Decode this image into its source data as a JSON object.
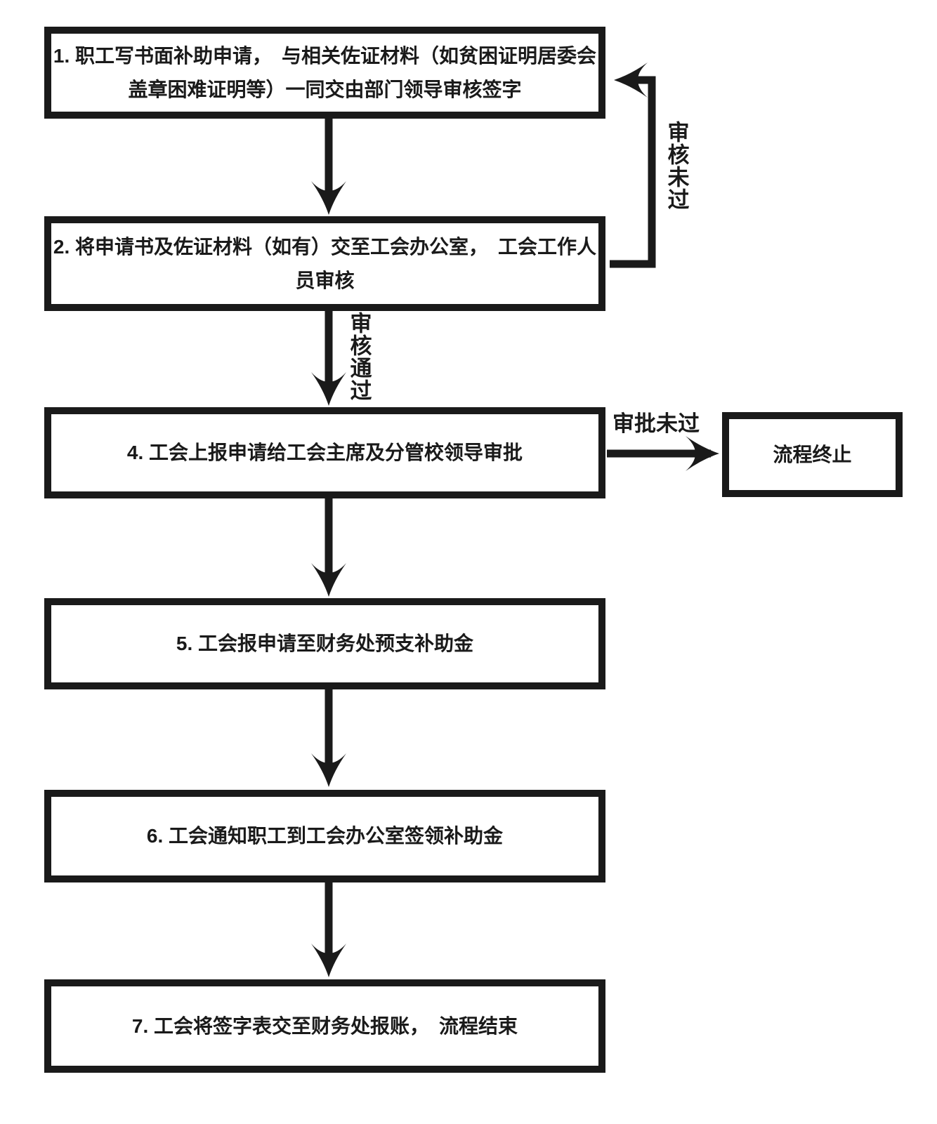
{
  "diagram": {
    "type": "flowchart",
    "colors": {
      "line": "#1a1a1a",
      "background": "#ffffff"
    },
    "boxes": [
      {
        "id": "step1",
        "label": "1. 职工写书面补助申请，　与相关佐证材料（如贫困证明居委会盖章困难证明等）一同交由部门领导审核签字"
      },
      {
        "id": "step2",
        "label": "2. 将申请书及佐证材料（如有）交至工会办公室，　工会工作人员审核"
      },
      {
        "id": "step4",
        "label": "4. 工会上报申请给工会主席及分管校领导审批"
      },
      {
        "id": "terminate",
        "label": "流程终止"
      },
      {
        "id": "step5",
        "label": "5. 工会报申请至财务处预支补助金"
      },
      {
        "id": "step6",
        "label": "6. 工会通知职工到工会办公室签领补助金"
      },
      {
        "id": "step7",
        "label": "7. 工会将签字表交至财务处报账，　流程结束"
      }
    ],
    "edge_labels": {
      "review_failed": "审核未过",
      "review_passed": "审核通过",
      "approval_failed": "审批未过"
    }
  }
}
